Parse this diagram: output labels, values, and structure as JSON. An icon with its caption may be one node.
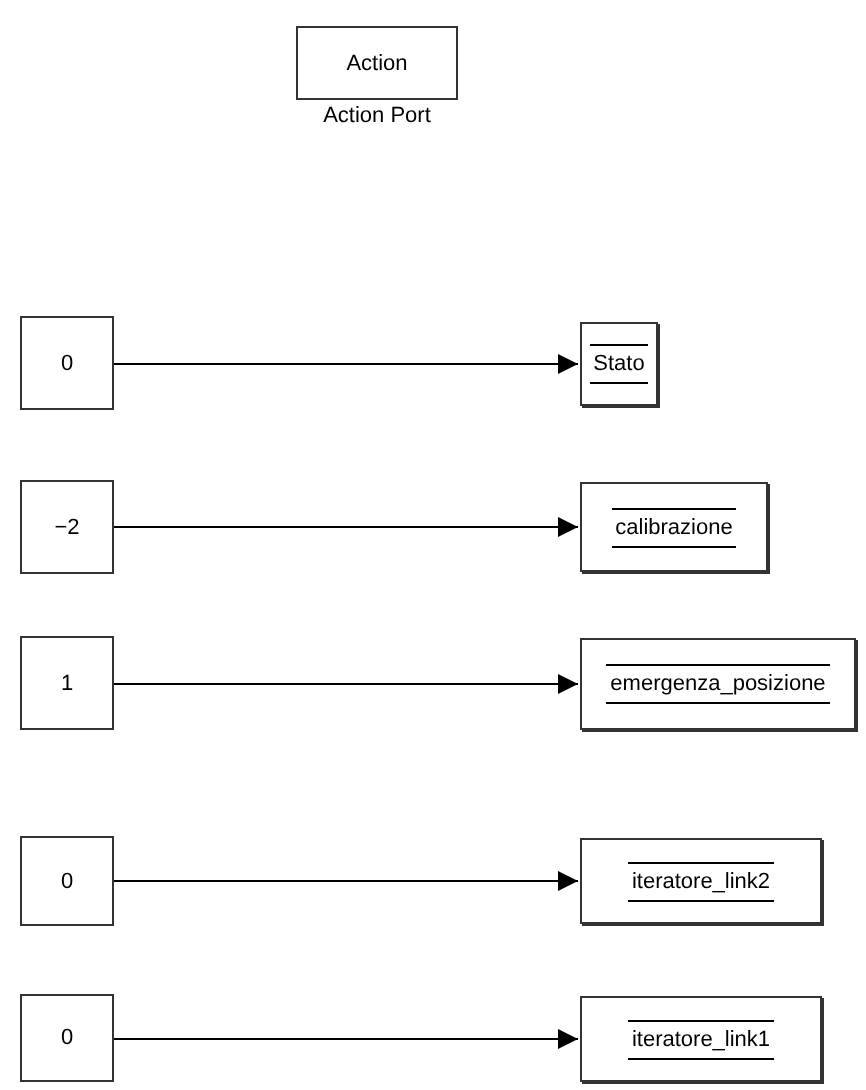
{
  "diagram": {
    "nodes": [
      {
        "text": [
          "Action"
        ],
        "beside": [
          "Action Port"
        ]
      },
      {
        "text": [
          "0"
        ]
      },
      {
        "text": [
          "Stato"
        ]
      },
      {
        "text": [
          "−2"
        ]
      },
      {
        "text": [
          "calibrazione"
        ]
      },
      {
        "text": [
          "1"
        ]
      },
      {
        "text": [
          "emergenza_posizione"
        ]
      },
      {
        "text": [
          "0"
        ]
      },
      {
        "text": [
          "iteratore_link2"
        ]
      },
      {
        "text": [
          "0"
        ]
      },
      {
        "text": [
          "iteratore_link1"
        ]
      }
    ],
    "edges": [
      {
        "from": 1,
        "to": 2,
        "arrow": "to"
      },
      {
        "from": 3,
        "to": 4,
        "arrow": "to"
      },
      {
        "from": 5,
        "to": 6,
        "arrow": "to"
      },
      {
        "from": 7,
        "to": 8,
        "arrow": "to"
      },
      {
        "from": 9,
        "to": 10,
        "arrow": "to"
      }
    ]
  }
}
